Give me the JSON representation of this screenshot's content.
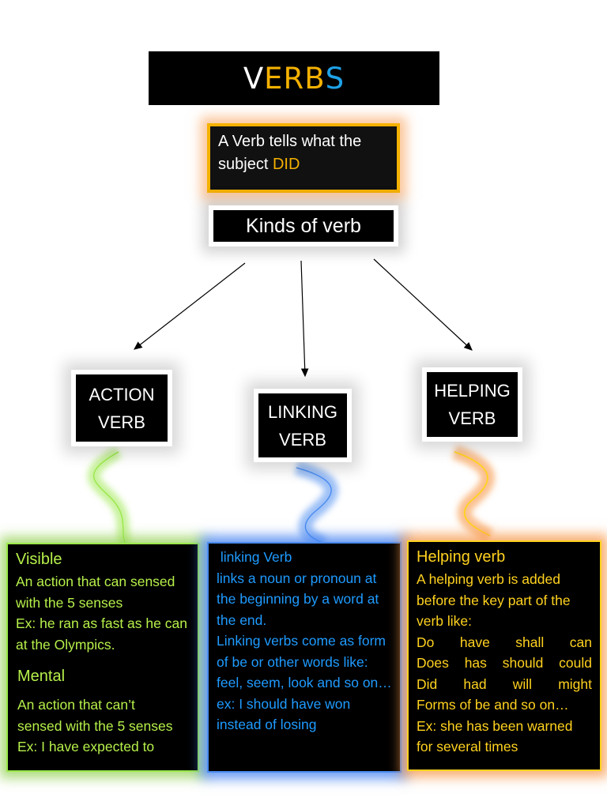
{
  "title": {
    "letters": [
      {
        "char": "V",
        "color": "#ffffff"
      },
      {
        "char": "E",
        "color": "#f5b100"
      },
      {
        "char": "R",
        "color": "#f5b100"
      },
      {
        "char": "B",
        "color": "#f5b100"
      },
      {
        "char": "S",
        "color": "#1ea2e8"
      }
    ]
  },
  "definition": {
    "line1": "A Verb tells what the",
    "line2_prefix": "subject ",
    "line2_highlight": "DID",
    "highlight_color": "#f5b100"
  },
  "kinds": {
    "label": "Kinds of verb"
  },
  "action": {
    "label_line1": "ACTION",
    "label_line2": "VERB",
    "heading1": "Visible",
    "text1": [
      "An action that can sensed",
      "with the 5 senses",
      "Ex: he ran as fast as he can",
      "at the Olympics."
    ],
    "heading2": "Mental",
    "text2": [
      "An action that can’t",
      "sensed with the 5 senses",
      "Ex: I have expected to"
    ]
  },
  "linking": {
    "label_line1": "LINKING",
    "label_line2": "VERB",
    "heading": " linking Verb",
    "text": [
      "links a noun or pronoun at",
      "the beginning by a word at",
      "the end.",
      "Linking verbs come as form",
      "of be or other words like:",
      "feel, seem, look and so on…",
      "ex: I should have won",
      "instead of losing"
    ]
  },
  "helping": {
    "label_line1": "HELPING",
    "label_line2": "VERB",
    "heading": "Helping verb",
    "intro": [
      "A helping verb is added",
      "before the key part of the",
      "verb like:"
    ],
    "rows": [
      [
        "Do",
        "have",
        "shall",
        "can"
      ],
      [
        "Does",
        "has",
        "should",
        "could"
      ],
      [
        "Did",
        "had",
        "will",
        "might"
      ]
    ],
    "outro": [
      "Forms of be and so on…",
      "Ex: she has been warned",
      "for several times"
    ]
  },
  "colors": {
    "action_squiggle": "#9ae84a",
    "linking_squiggle": "#4a8cf0",
    "helping_squiggle": "#ffd21f"
  }
}
